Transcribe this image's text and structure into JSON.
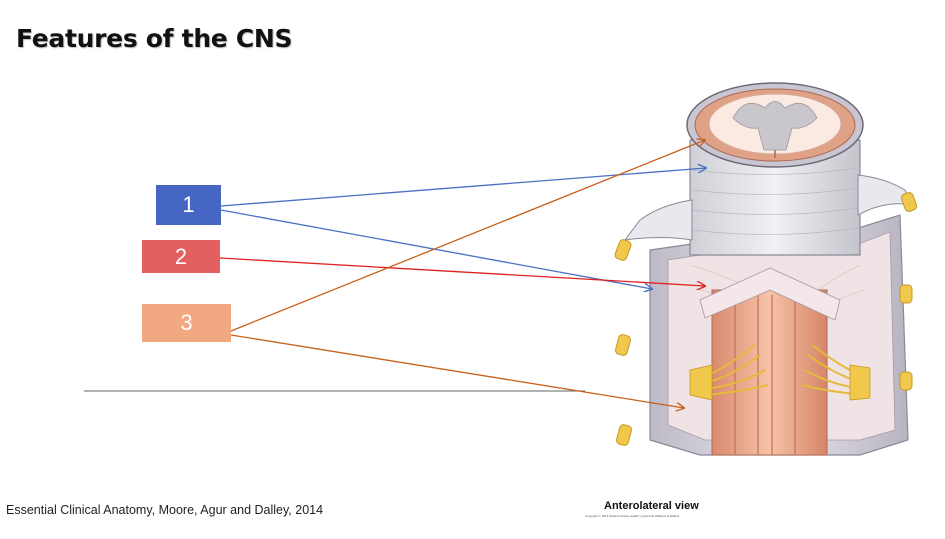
{
  "title": "Features of the CNS",
  "labels": [
    {
      "number": "1",
      "color": "#4666c4"
    },
    {
      "number": "2",
      "color": "#e26060"
    },
    {
      "number": "3",
      "color": "#f2a880"
    }
  ],
  "arrow_colors": {
    "label_1": "#4a6fc4",
    "label_2": "#e02020",
    "label_3": "#c8601a"
  },
  "figure": {
    "caption": "Anterolateral view",
    "copyright": "Copyright © 2014 Wolters Kluwer Health | Lippincott Williams & Wilkins"
  },
  "citation": "Essential Clinical Anatomy, Moore, Agur and Dalley, 2014"
}
